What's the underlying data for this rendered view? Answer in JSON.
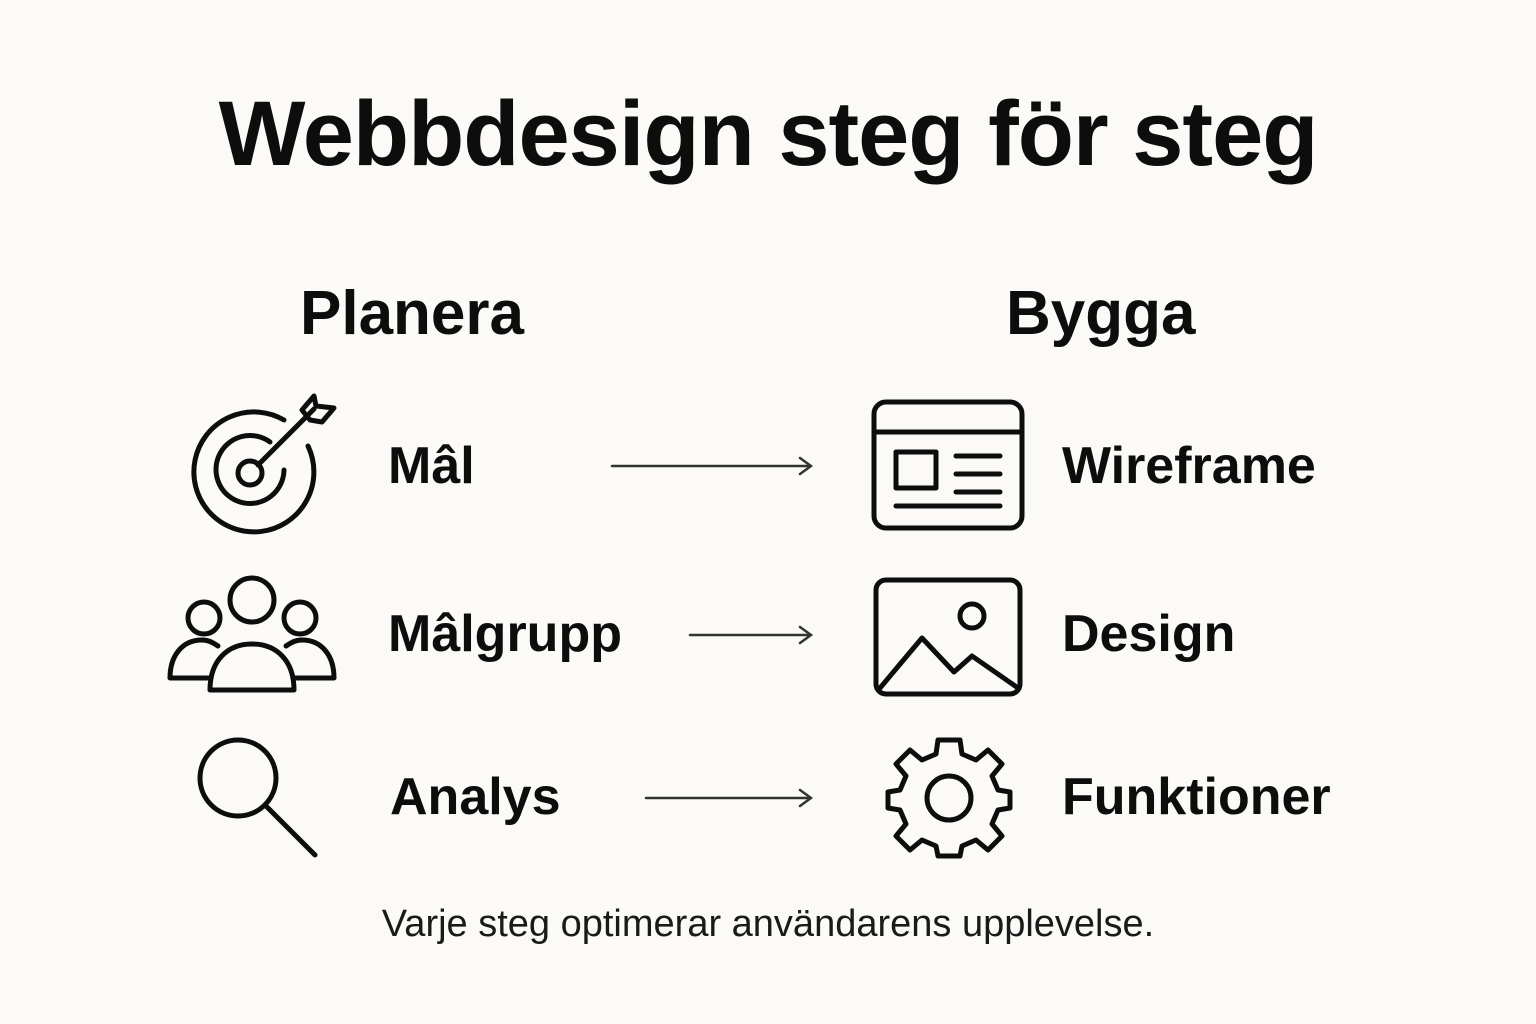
{
  "title": "Webbdesign steg för steg",
  "columns": {
    "left": {
      "heading": "Planera"
    },
    "right": {
      "heading": "Bygga"
    }
  },
  "steps": [
    {
      "left_label": "Mâl",
      "left_icon": "target-icon",
      "right_label": "Wireframe",
      "right_icon": "wireframe-icon"
    },
    {
      "left_label": "Mâlgrupp",
      "left_icon": "users-icon",
      "right_label": "Design",
      "right_icon": "image-icon"
    },
    {
      "left_label": "Analys",
      "left_icon": "search-icon",
      "right_label": "Funktioner",
      "right_icon": "gear-icon"
    }
  ],
  "footer": "Varje steg optimerar användarens upplevelse.",
  "colors": {
    "background": "#fbfaf7",
    "ink": "#0d0d0d"
  }
}
